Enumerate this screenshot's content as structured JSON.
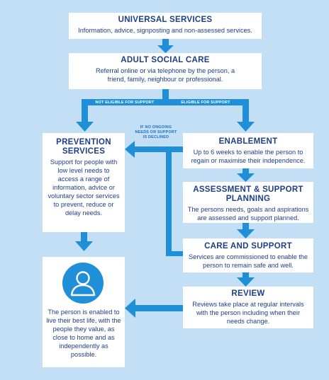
{
  "universal": {
    "title": "UNIVERSAL SERVICES",
    "text": "Information, advice, signposting and non-assessed services."
  },
  "adult_social_care": {
    "title": "ADULT SOCIAL CARE",
    "text": "Referral online or via telephone by the person, a friend, family, neighbour or professional."
  },
  "branch_labels": {
    "not_eligible": "NOT ELIGIBLE FOR SUPPORT",
    "eligible": "ELIGIBLE FOR SUPPORT",
    "declined_line1": "IF NO ONGOING",
    "declined_line2": "NEEDS OR SUPPORT",
    "declined_line3": "IS DECLINED"
  },
  "prevention": {
    "title_line1": "PREVENTION",
    "title_line2": "SERVICES",
    "text": "Support for people with low level needs to access a range of information, advice or voluntary sector services to prevent, reduce or delay needs."
  },
  "enablement": {
    "title": "ENABLEMENT",
    "text": "Up to 6 weeks  to enable the person to regain or maximise their independence."
  },
  "assessment": {
    "title_line1": "ASSESSMENT & SUPPORT",
    "title_line2": "PLANNING",
    "text": "The persons needs, goals and aspirations are  assessed and support planned."
  },
  "care_support": {
    "title": "CARE AND SUPPORT",
    "text": "Services are commissioned to enable the person to remain safe and well."
  },
  "review": {
    "title": "REVIEW",
    "text": "Reviews take place at regular intervals with the person including when their needs change."
  },
  "outcome": {
    "icon": "person-icon",
    "text": "The person is enabled to live their best life, with the people they value, as close to home and as independently as possible."
  },
  "colors": {
    "background": "#c3dff5",
    "arrow": "#1f8fd8",
    "text": "#1d3f86",
    "avatar": "#1f8fd8"
  }
}
